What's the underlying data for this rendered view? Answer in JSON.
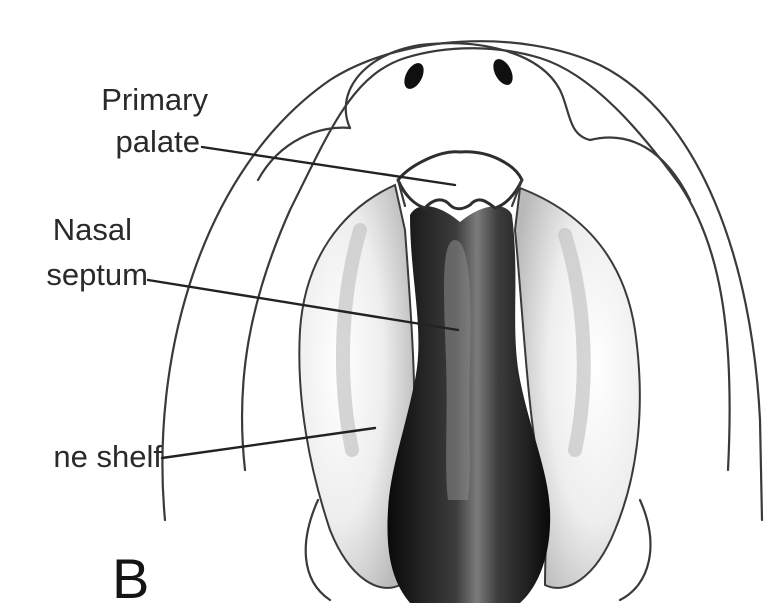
{
  "labels": {
    "primary_palate_line1": "Primary",
    "primary_palate_line2": "palate",
    "nasal_septum_line1": "Nasal",
    "nasal_septum_line2": "septum",
    "shelf": "ne shelf",
    "panel": "B"
  },
  "colors": {
    "outline": "#3a3a3a",
    "septum": "#111111",
    "shelf_shading": "#9a9a9a",
    "text": "#2a2a2a"
  }
}
